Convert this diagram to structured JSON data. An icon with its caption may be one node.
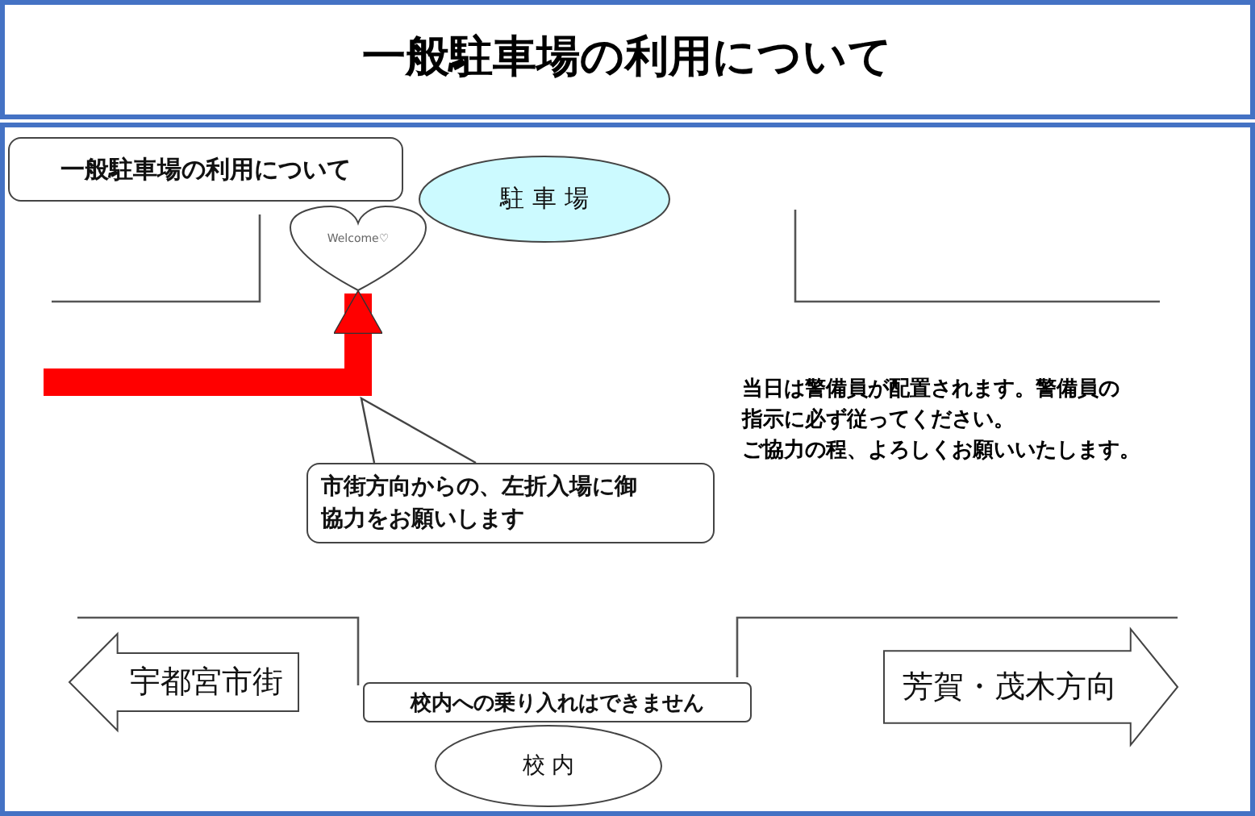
{
  "diagram": {
    "title": "一般駐車場の利用について",
    "nodes": [
      {
        "text": [
          "一般駐車場の利用について"
        ]
      },
      {
        "text": [
          "Welcome♡"
        ]
      },
      {
        "text": [
          "駐 車 場"
        ]
      },
      {
        "text": [
          "市街方向からの、左折入場に御協力をお願いします"
        ]
      },
      {
        "text": [
          "宇都宮市街"
        ]
      },
      {
        "text": [
          "芳賀・茂木方向"
        ]
      },
      {
        "text": [
          "校内への乗り入れはできません"
        ]
      },
      {
        "text": [
          "校 内"
        ]
      }
    ],
    "edges": [
      {
        "from": null,
        "to": 1,
        "arrow": "to",
        "style": "thick",
        "color": "#ff0000"
      },
      {
        "from": 3,
        "to": null,
        "arrow": "none",
        "color": "#444444"
      }
    ],
    "labels": [
      "当日は警備員が配置されます。警備員の",
      "指示に必ず従ってください。",
      "ご協力の程、よろしくお願いいたします。"
    ]
  }
}
